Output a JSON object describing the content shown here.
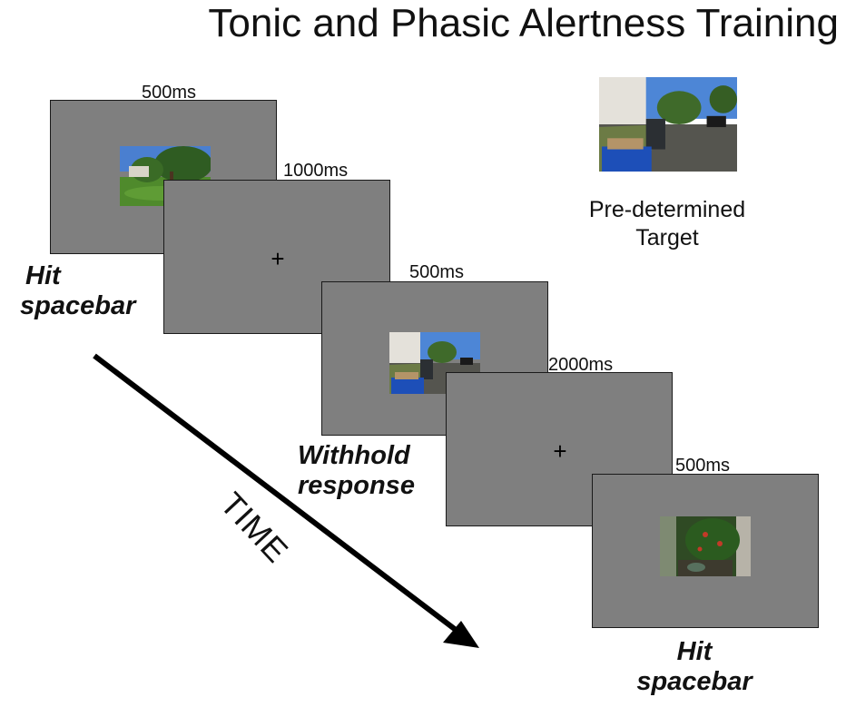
{
  "title": "Tonic and Phasic Alertness Training",
  "timeline_label": "TIME",
  "target": {
    "caption_line1": "Pre-determined",
    "caption_line2": "Target",
    "image_icon": "street-scene-image"
  },
  "screens": [
    {
      "timing": "500ms",
      "content": "image",
      "image_icon": "park-scene-image"
    },
    {
      "timing": "1000ms",
      "content": "fixation",
      "symbol": "+"
    },
    {
      "timing": "500ms",
      "content": "image",
      "image_icon": "street-scene-image"
    },
    {
      "timing": "2000ms",
      "content": "fixation",
      "symbol": "+"
    },
    {
      "timing": "500ms",
      "content": "image",
      "image_icon": "garden-scene-image"
    }
  ],
  "responses": [
    {
      "line1": "Hit",
      "line2": "spacebar"
    },
    {
      "line1": "Withhold",
      "line2": "response"
    },
    {
      "line1": "Hit",
      "line2": "spacebar"
    }
  ],
  "colors": {
    "screen_gray": "#7f7f7f",
    "text": "#111111",
    "arrow": "#000000"
  }
}
